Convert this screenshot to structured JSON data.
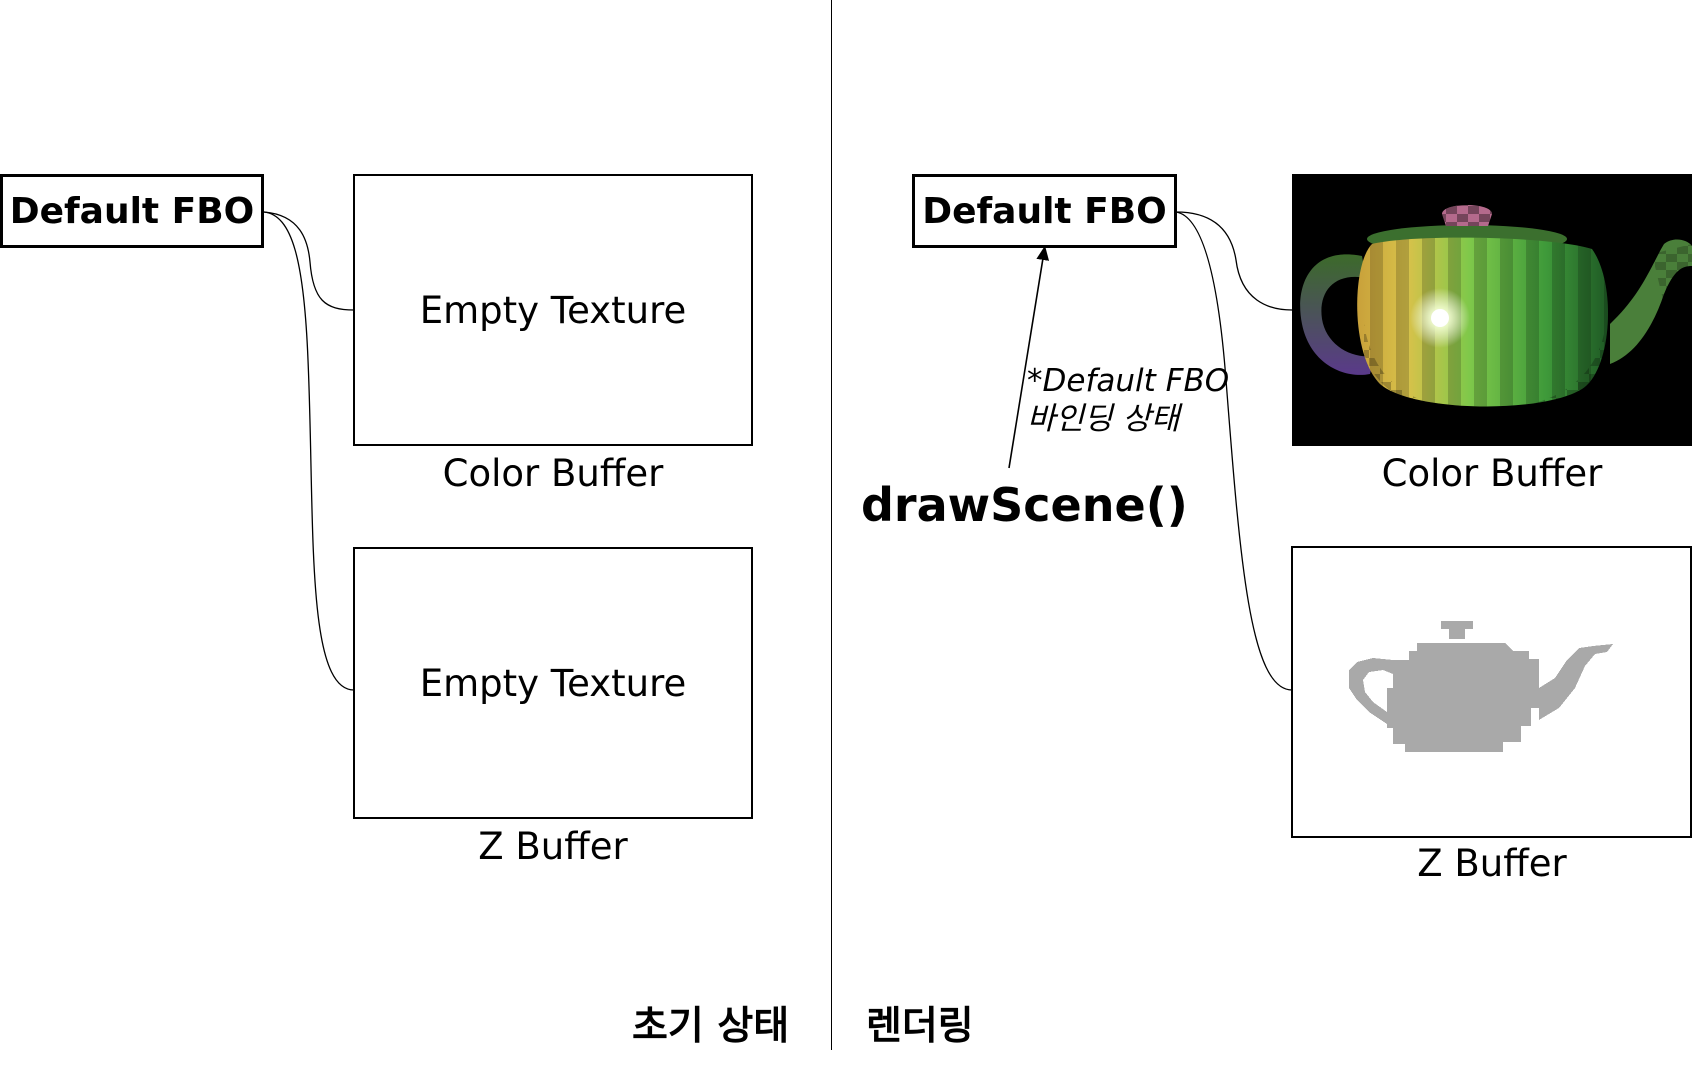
{
  "left_panel": {
    "fbo_label": "Default FBO",
    "color_texture_label": "Empty Texture",
    "color_caption": "Color Buffer",
    "depth_texture_label": "Empty Texture",
    "depth_caption": "Z Buffer",
    "title": "초기 상태"
  },
  "right_panel": {
    "fbo_label": "Default FBO",
    "color_caption": "Color Buffer",
    "depth_caption": "Z Buffer",
    "call_label": "drawScene()",
    "note_line1": "*Default FBO",
    "note_line2": "바인딩 상태",
    "title": "렌더링",
    "color_image": "rendered-teapot-color",
    "depth_image": "rendered-teapot-depth"
  },
  "colors": {
    "ink": "#000000",
    "background": "#ffffff",
    "render_background": "#000000",
    "depth_fill": "#a9a9a9"
  }
}
